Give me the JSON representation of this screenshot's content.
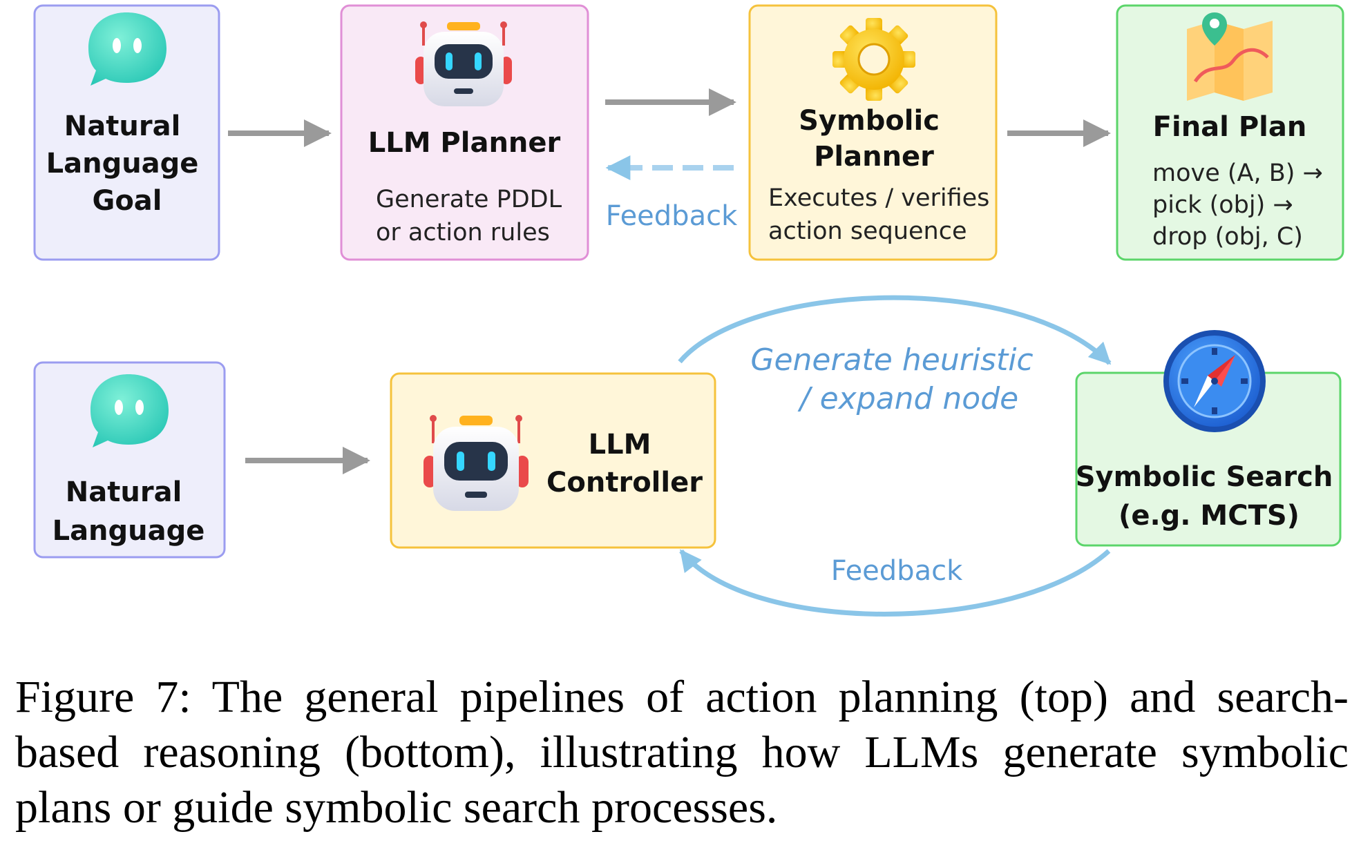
{
  "top_pipeline": {
    "goal": {
      "lines": [
        "Natural",
        "Language",
        "Goal"
      ]
    },
    "llm_planner": {
      "title": "LLM Planner",
      "desc": [
        "Generate PDDL",
        "or action rules"
      ]
    },
    "feedback_label": "Feedback",
    "symbolic_planner": {
      "title": [
        "Symbolic",
        "Planner"
      ],
      "desc": [
        "Executes / verifies",
        "action sequence"
      ]
    },
    "final_plan": {
      "title": "Final Plan",
      "steps": [
        "move (A, B) →",
        "pick (obj) →",
        "drop (obj, C)"
      ]
    }
  },
  "bottom_pipeline": {
    "input": {
      "lines": [
        "Natural",
        "Language"
      ]
    },
    "controller": {
      "lines": [
        "LLM",
        "Controller"
      ]
    },
    "forward_label": [
      "Generate heuristic",
      "/ expand node"
    ],
    "feedback_label": "Feedback",
    "search": {
      "lines": [
        "Symbolic Search",
        "(e.g. MCTS)"
      ]
    }
  },
  "icons": {
    "speech": "speech-bubble-icon",
    "robot": "robot-icon",
    "gear": "gear-icon",
    "map": "map-pin-icon",
    "compass": "compass-icon"
  },
  "colors": {
    "purple_fill": "#eeeefb",
    "purple_stroke": "#9b9cf0",
    "pink_fill": "#f9e9f6",
    "pink_stroke": "#e08fd6",
    "yellow_fill": "#fff6d9",
    "yellow_stroke": "#f5c23c",
    "green_fill": "#e4f8e3",
    "green_stroke": "#5bd56a",
    "arrow_gray": "#9a9a9a",
    "feedback_blue": "#7ec0e6"
  },
  "caption": "Figure 7: The general pipelines of action planning (top) and search-based reasoning (bottom), illustrating how LLMs generate symbolic plans or guide symbolic search processes."
}
